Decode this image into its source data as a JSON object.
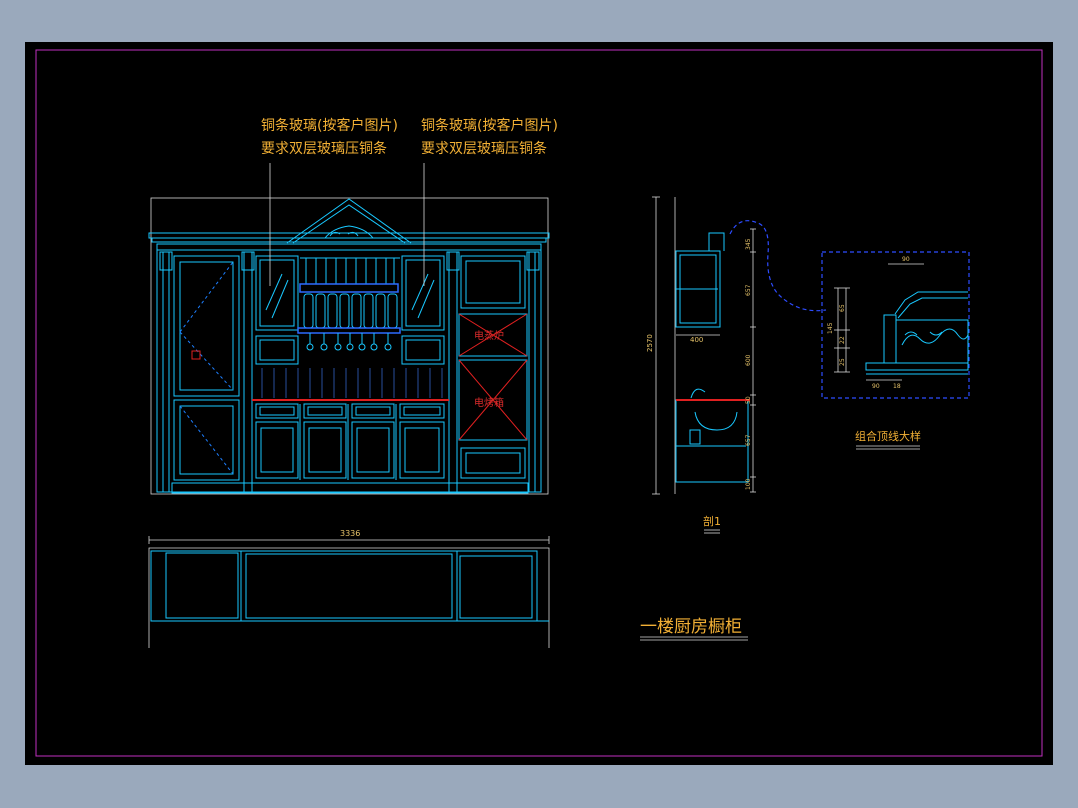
{
  "notes": {
    "note_left": [
      "铜条玻璃(按客户图片)",
      "要求双层玻璃压铜条"
    ],
    "note_right": [
      "铜条玻璃(按客户图片)",
      "要求双层玻璃压铜条"
    ]
  },
  "labels": {
    "steam_oven": "电蒸炉",
    "oven": "电烤箱"
  },
  "dimensions": {
    "plan_width": "3336",
    "section_height": "2570",
    "section_depth": "400",
    "sec_h1": "345",
    "sec_h2": "657",
    "sec_h3": "600",
    "sec_h4": "50",
    "sec_h5": "657",
    "sec_h6": "100",
    "detail_top": "90",
    "detail_v1": "65",
    "detail_v2": "22",
    "detail_v3": "25",
    "detail_total": "145",
    "detail_b1": "90",
    "detail_b2": "18"
  },
  "titles": {
    "section_label": "剖1",
    "detail_title": "组合顶线大样",
    "drawing_title": "一楼厨房橱柜"
  }
}
